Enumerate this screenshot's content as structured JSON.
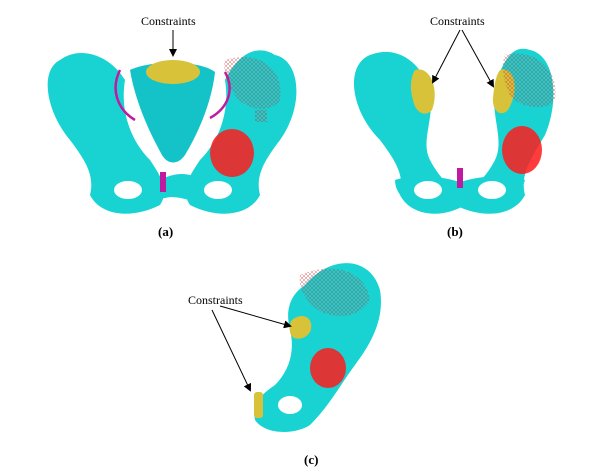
{
  "panels": [
    {
      "caption": "(a)",
      "annotation": "Constraints"
    },
    {
      "caption": "(b)",
      "annotation": "Constraints"
    },
    {
      "caption": "(c)",
      "annotation": "Constraints"
    }
  ],
  "colors": {
    "bone": "#19d3d3",
    "bone_shade": "#0fb3b8",
    "constraint": "#d7c23a",
    "muscle": "#ff1a1a",
    "mesh": "#c83232",
    "ligament": "#c01aa0"
  }
}
